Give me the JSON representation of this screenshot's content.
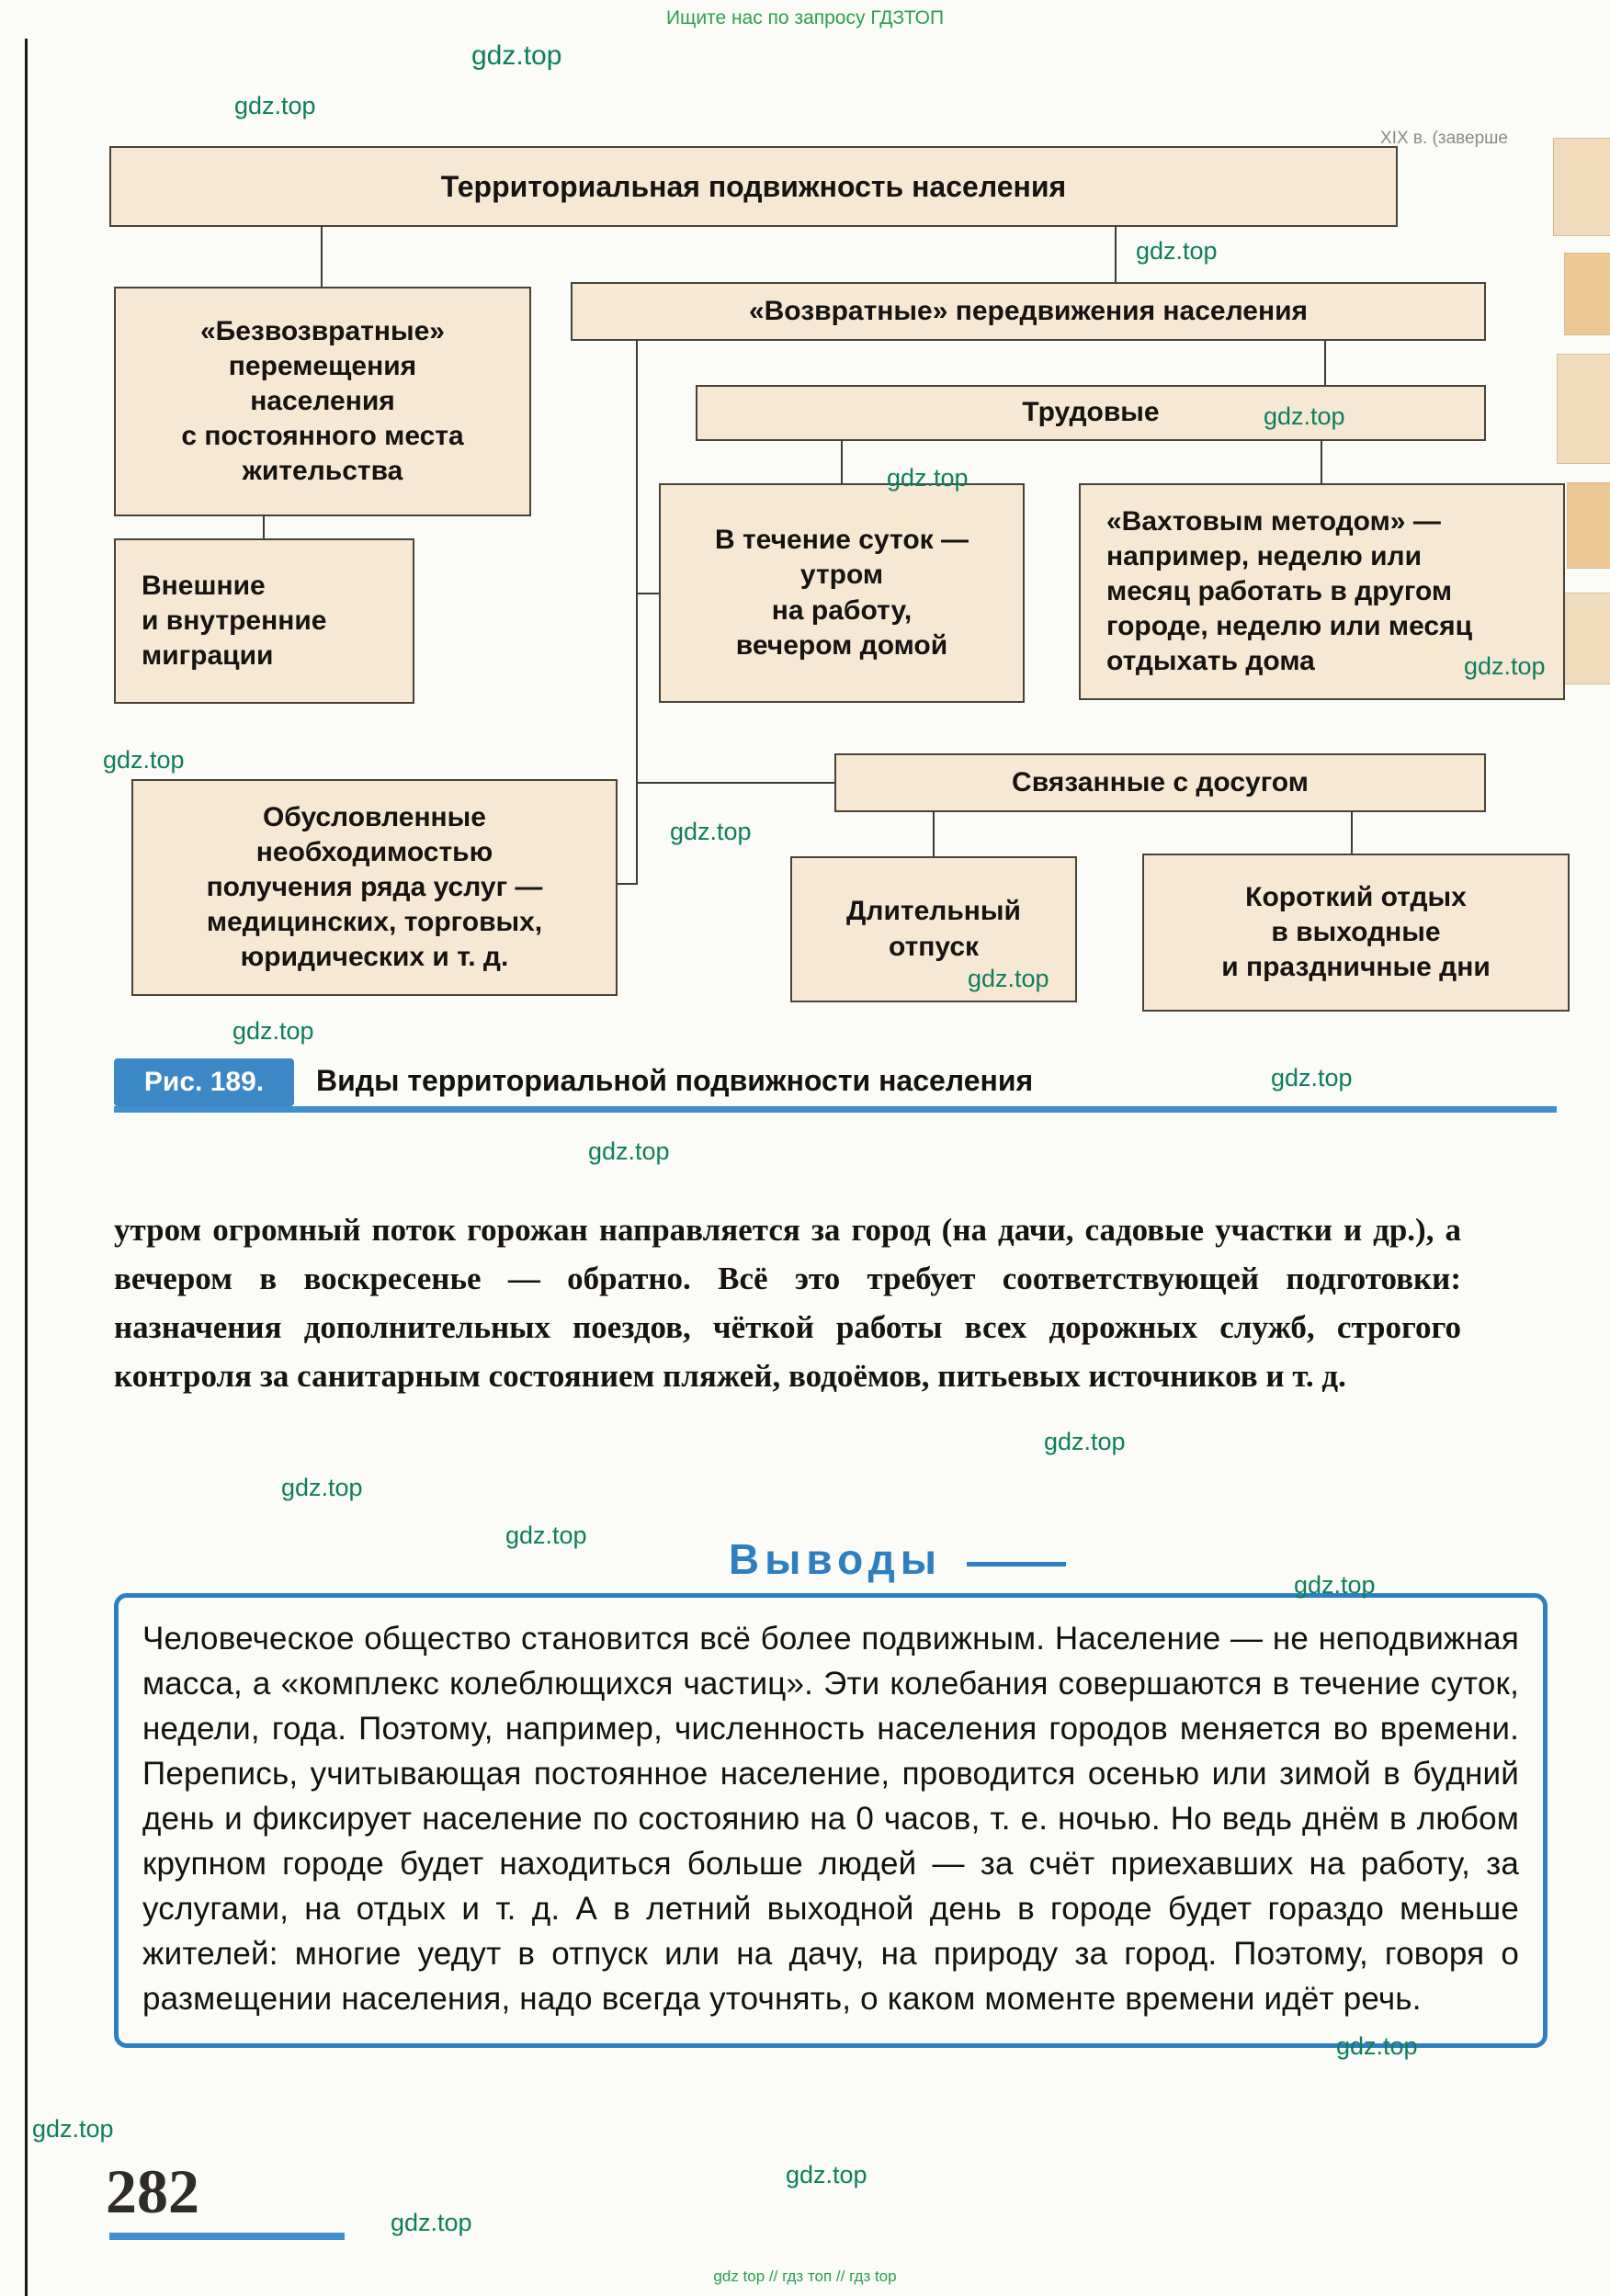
{
  "page": {
    "header_note": "Ищите нас по запросу ГДЗТОП",
    "footer_note": "gdz top  //  гдз топ  //  гдз top",
    "number": "282",
    "side_fragment": "XIX в. (заверше"
  },
  "watermark": {
    "text": "gdz.top"
  },
  "diagram": {
    "nodes": {
      "root": "Территориальная подвижность населения",
      "irreversible": "«Безвозвратные»\nперемещения\nнаселения\nс постоянного места\nжительства",
      "returnable": "«Возвратные» передвижения населения",
      "migrations": "Внешние\nи внутренние\nмиграции",
      "labor": "Трудовые",
      "daily": "В течение суток —\nутром\nна работу,\nвечером домой",
      "shift": "«Вахтовым методом» —\nнапример, неделю или\nмесяц работать в другом\nгороде, неделю или месяц\nотдыхать дома",
      "services": "Обусловленные\nнеобходимостью\nполучения ряда услуг —\nмедицинских, торговых,\nюридических и т. д.",
      "leisure": "Связанные с досугом",
      "long_vacation": "Длительный\nотпуск",
      "short_rest": "Короткий отдых\nв выходные\nи праздничные дни"
    }
  },
  "figure": {
    "label": "Рис. 189.",
    "caption": "Виды территориальной подвижности населения"
  },
  "body_text": "утром огромный поток горожан направляется за город (на дачи, садовые участки и др.), а вечером в воскресенье — обратно. Всё это требует соответствующей подготовки: назначения дополнительных поездов, чёткой работы всех дорожных служб, строгого контроля за санитарным состоянием пляжей, водоёмов, питьевых источников и т. д.",
  "conclusions": {
    "heading": "Выводы",
    "text": "Человеческое общество становится всё более подвижным. Население — не неподвижная масса, а «комплекс колеблющихся частиц». Эти колебания совершаются в течение суток, недели, года. Поэтому, например, численность населения городов меняется во времени. Перепись, учитывающая постоянное население, проводится осенью или зимой в будний день и фиксирует население по состоянию на 0 часов, т. е. ночью. Но ведь днём в любом крупном городе будет находиться больше людей — за счёт приехавших на работу, за услугами, на отдых и т. д. А в летний выходной день в городе будет гораздо меньше жителей: многие уедут в отпуск или на дачу, на природу за город. Поэтому, говоря о размещении населения, надо всегда уточнять, о каком моменте времени идёт речь."
  },
  "colors": {
    "accent_blue": "#3c87c6",
    "watermark_green": "#0e7e5e",
    "note_green": "#2e9e4f",
    "box_fill": "#f7e8d4"
  }
}
